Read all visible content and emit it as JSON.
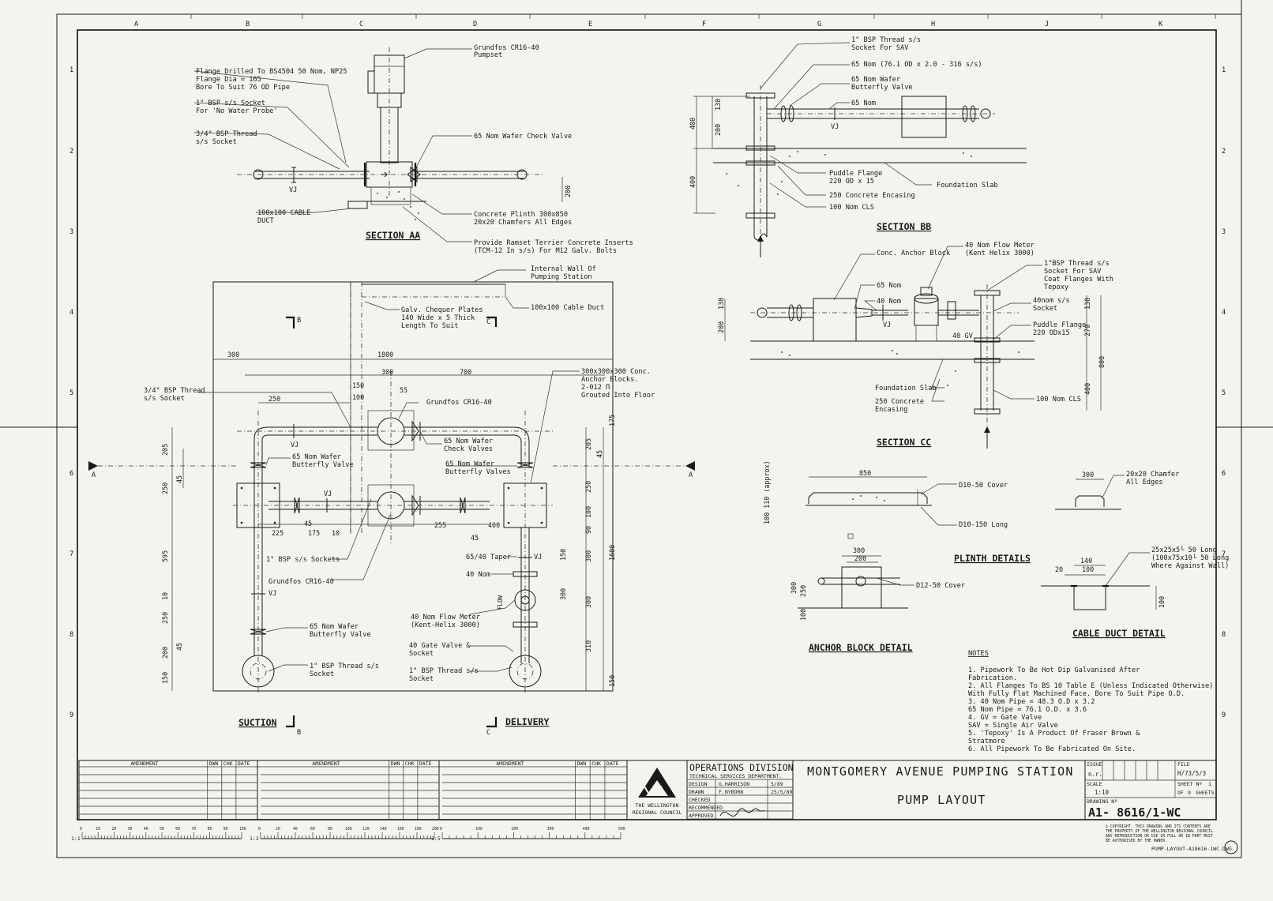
{
  "grid": {
    "columns": [
      "A",
      "B",
      "C",
      "D",
      "E",
      "F",
      "G",
      "H",
      "J",
      "K"
    ],
    "rows": [
      "1",
      "2",
      "3",
      "4",
      "5",
      "6",
      "7",
      "8",
      "9"
    ]
  },
  "section_aa": {
    "title": "SECTION AA",
    "labels": {
      "pumpset": [
        "Grundfos CR16-40",
        "Pumpset"
      ],
      "flange": [
        "Flange Drilled To BS4504 50 Nom, NP25",
        "Flange Dia = 165",
        "Bore To Suit 76 OD Pipe"
      ],
      "socket_probe": [
        "1\" BSP s/s Socket",
        "For 'No Water Probe'"
      ],
      "thread_socket": [
        "3/4\" BSP Thread",
        "s/s Socket"
      ],
      "check_valve": "65 Nom Wafer Check Valve",
      "cable_duct": [
        "100x100 CABLE",
        "DUCT"
      ],
      "plinth": [
        "Concrete Plinth 300x850",
        "20x20 Chamfers All Edges"
      ],
      "ramset": [
        "Provide Ramset Terrier Concrete Inserts",
        "(TCM-12 In s/s) For M12 Galv. Bolts"
      ],
      "vj": "VJ",
      "dim_200": "200"
    }
  },
  "section_bb": {
    "title": "SECTION BB",
    "labels": {
      "thread_sav": [
        "1\" BSP Thread s/s",
        "Socket For SAV"
      ],
      "pipe_spec": "65 Nom (76.1 OD x 2.0 - 316 s/s)",
      "butterfly": [
        "65 Nom Wafer",
        "Butterfly Valve"
      ],
      "nom65": "65 Nom",
      "vj": "VJ",
      "puddle": [
        "Puddle Flange",
        "220 OD x 15"
      ],
      "foundation": "Foundation Slab",
      "encasing": "250 Concrete Encasing",
      "cls": "100 Nom CLS",
      "dims": [
        "130",
        "200",
        "400",
        "400"
      ]
    }
  },
  "section_cc": {
    "title": "SECTION CC",
    "labels": {
      "anchor": "Conc. Anchor Block",
      "meter": [
        "40 Nom Flow Meter",
        "(Kent Helix 3000)"
      ],
      "thread_sav": [
        "1\"BSP Thread s/s",
        "Socket For SAV",
        "Coat Flanges With",
        "Tepoxy"
      ],
      "nom65": "65 Nom",
      "nom40": "40 Nom",
      "socket40": [
        "40nom s/s",
        "Socket"
      ],
      "gv": "40 GV",
      "vj": "VJ",
      "puddle": [
        "Puddle Flange",
        "220 ODx15"
      ],
      "foundation": "Foundation Slab",
      "encasing": [
        "250 Concrete",
        "Encasing"
      ],
      "cls": "100 Nom CLS",
      "dims": [
        "130",
        "200",
        "130",
        "270",
        "800",
        "400"
      ]
    }
  },
  "plan": {
    "suction": "SUCTION",
    "delivery": "DELIVERY",
    "section_marks": {
      "a": "A",
      "b": "B",
      "c": "C"
    },
    "labels": {
      "internal_wall": [
        "Internal Wall Of",
        "Pumping Station"
      ],
      "chequer": [
        "Galv. Chequer Plates",
        "140 Wide x 5 Thick",
        "Length To Suit"
      ],
      "cable_duct": "100x100 Cable Duct",
      "anchor_blocks": [
        "300x300x300 Conc.",
        "Anchor Blocks.",
        "2-012 Π",
        "Grouted Into Floor"
      ],
      "thread_socket": [
        "3/4\" BSP Thread",
        "s/s Socket"
      ],
      "grundfos_top": "Grundfos CR16-40",
      "check_valves": [
        "65 Nom Wafer",
        "Check Valves"
      ],
      "butterfly_valves": [
        "65 Nom Wafer",
        "Butterfly Valves"
      ],
      "butterfly_left": [
        "65 Nom Wafer",
        "Butterfly Valve"
      ],
      "sockets": "1\" BSP s/s Sockets",
      "grundfos_bottom": "Grundfos CR16-40",
      "taper": "65/40 Taper",
      "nom40": "40 Nom",
      "meter": [
        "40 Nom Flow Meter",
        "(Kent-Helix 3000)"
      ],
      "gate_valve": [
        "40 Gate Valve &",
        "Socket"
      ],
      "thread_right": [
        "1\" BSP Thread s/s",
        "Socket"
      ],
      "butterfly_low": [
        "65 Nom Wafer",
        "Butterfly Valve"
      ],
      "thread_low": [
        "1\" BSP Thread s/s",
        "Socket"
      ],
      "flow": "FLOW",
      "vj": "VJ"
    },
    "dims": {
      "top": [
        "300",
        "1800",
        "150",
        "100",
        "300",
        "700",
        "250",
        "55"
      ],
      "left": [
        "205",
        "45",
        "250",
        "595",
        "10",
        "250",
        "200",
        "45",
        "150"
      ],
      "bottom_row": [
        "225",
        "45",
        "175",
        "10",
        "255",
        "45",
        "400"
      ],
      "right": [
        "205",
        "45",
        "250",
        "100",
        "90",
        "300",
        "1600",
        "300",
        "310",
        "150",
        "175",
        "150"
      ]
    }
  },
  "plinth_details": {
    "title": "PLINTH DETAILS",
    "labels": {
      "cover": "D10-50 Cover",
      "long": "D10-150 Long",
      "chamfer": [
        "20x20 Chamfer",
        "All Edges"
      ],
      "approx": "100  110 (approx)",
      "dim850": "850",
      "dim300": "300"
    }
  },
  "anchor_block_detail": {
    "title": "ANCHOR BLOCK DETAIL",
    "labels": {
      "cover": "D12-50 Cover",
      "dims": [
        "300",
        "200",
        "300",
        "250",
        "100"
      ]
    }
  },
  "cable_duct_detail": {
    "title": "CABLE DUCT DETAIL",
    "labels": {
      "angle": [
        "25x25x5└ 50 Long",
        "(100x75x10└ 50 Long",
        "Where Against Wall)"
      ],
      "dims": [
        "140",
        "20",
        "100",
        "100"
      ]
    }
  },
  "notes": {
    "heading": "NOTES",
    "lines": [
      "1. Pipework To Be Hot Dip Galvanised After",
      "    Fabrication.",
      "2. All Flanges To BS 10 Table E (Unless Indicated Otherwise)",
      "    With Fully Flat Machined Face. Bore To Suit Pipe O.D.",
      "3. 40 Nom Pipe = 48.3 O.D x 3.2",
      "    65 Nom Pipe = 76.1 O.D. x 3.6",
      "4. GV  = Gate Valve",
      "    SAV = Single Air Valve",
      "5. 'Tepoxy' Is A Product Of Fraser Brown &",
      "    Stratmore",
      "6. All Pipework To Be Fabricated On Site."
    ]
  },
  "title_block": {
    "amendment_headers": [
      "AMENDMENT",
      "DWN",
      "CHK",
      "DATE"
    ],
    "org_name": [
      "THE WELLINGTON",
      "REGIONAL COUNCIL"
    ],
    "division": "OPERATIONS DIVISION",
    "department": "TECHNICAL SERVICES DEPARTMENT.",
    "signoffs": [
      {
        "role": "DESIGN",
        "name": "G.HARRISON",
        "date": "5/89"
      },
      {
        "role": "DRAWN",
        "name": "F.NYBORN",
        "date": "25/5/89"
      },
      {
        "role": "CHECKED",
        "name": "",
        "date": ""
      },
      {
        "role": "RECOMMENDED",
        "name": "",
        "date": ""
      },
      {
        "role": "APPROVED",
        "name": "",
        "date": ""
      }
    ],
    "project": "MONTGOMERY AVENUE PUMPING STATION",
    "drawing_title": "PUMP LAYOUT",
    "issue_label": "ISSUE",
    "issue_value": "n.r.",
    "file_label": "FILE",
    "file_value": "H/73/5/3",
    "scale_label": "SCALE",
    "scale_value": "1:10",
    "sheet_label": "SHEET Nº",
    "sheet_value": "1",
    "of_label": "OF",
    "of_value": "9",
    "sheets_label": "SHEETS.",
    "drawing_no_label": "DRAWING Nº",
    "drawing_no": "A1- 8616/1-WC",
    "copyright": [
      "© COPYRIGHT. THIS DRAWING AND ITS CONTENTS ARE",
      "THE PROPERTY OF THE WELLINGTON REGIONAL COUNCIL.",
      "ANY REPRODUCTION OR USE IN FULL OR IN PART MUST",
      "BE AUTHORISED BY THE OWNER."
    ],
    "filename": "PUMP-LAYOUT-A18616-1WC.DWG"
  },
  "scales": {
    "s1": {
      "label": "1:1",
      "ticks": [
        "0",
        "10",
        "20",
        "30",
        "40",
        "50",
        "60",
        "70",
        "80",
        "90",
        "100"
      ]
    },
    "s2": {
      "label": "1:2",
      "ticks": [
        "0",
        "20",
        "40",
        "60",
        "80",
        "100",
        "120",
        "140",
        "160",
        "180",
        "200"
      ]
    },
    "s5": {
      "label": "1:5",
      "ticks": [
        "0",
        "100",
        "200",
        "300",
        "400",
        "500"
      ]
    }
  }
}
